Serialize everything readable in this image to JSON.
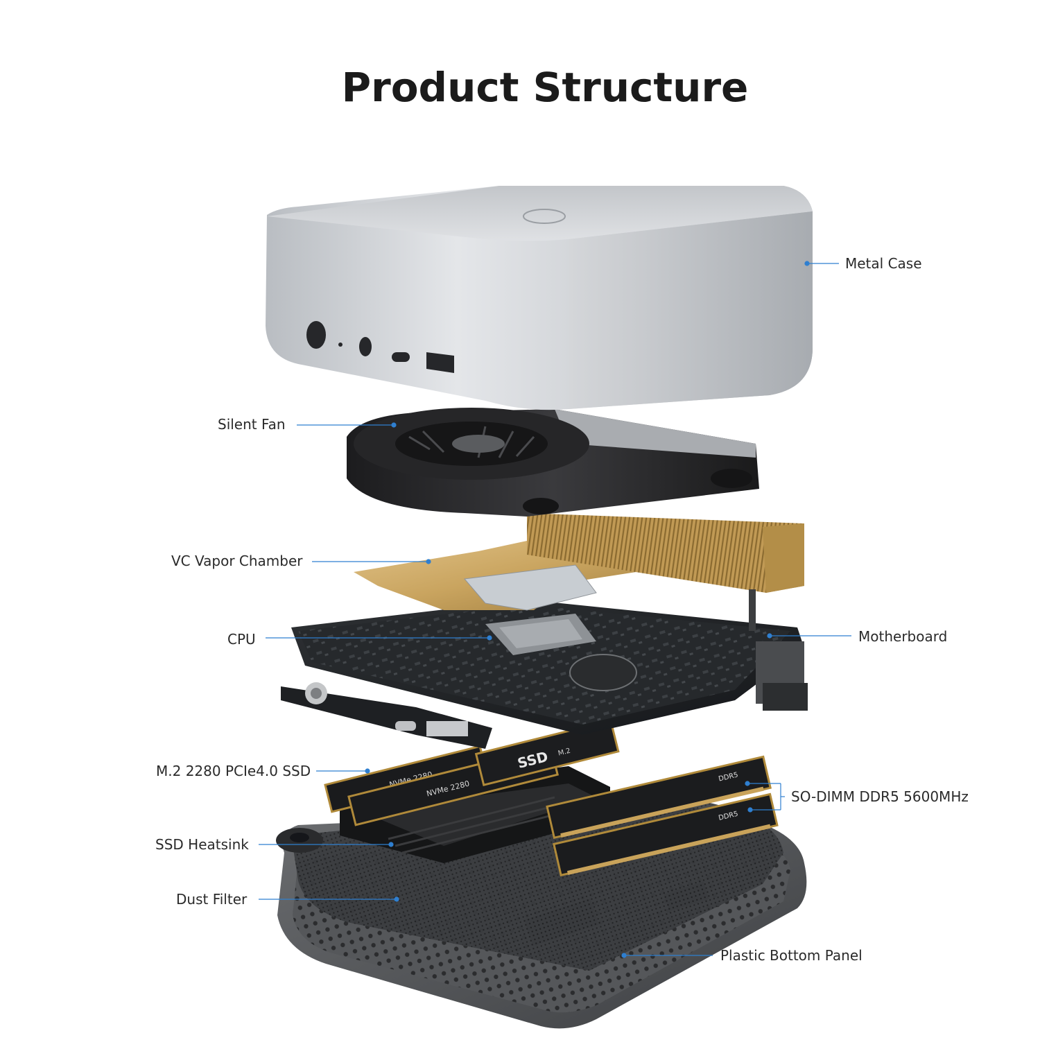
{
  "title": "Product Structure",
  "accent_color": "#2f7fd0",
  "labels": {
    "metal_case": "Metal Case",
    "silent_fan": "Silent Fan",
    "vapor_chamber": "VC Vapor Chamber",
    "cpu": "CPU",
    "motherboard": "Motherboard",
    "ssd": "M.2 2280 PCIe4.0 SSD",
    "ram": "SO-DIMM DDR5 5600MHz",
    "ssd_heatsink": "SSD Heatsink",
    "dust_filter": "Dust Filter",
    "bottom_panel": "Plastic Bottom Panel"
  },
  "component_markings": {
    "ssd_a": "NVMe 2280",
    "ssd_b": "NVMe 2280",
    "ssd_c": "SSD",
    "ssd_c_sub": "M.2",
    "ram_a": "DDR5",
    "ram_b": "DDR5"
  }
}
